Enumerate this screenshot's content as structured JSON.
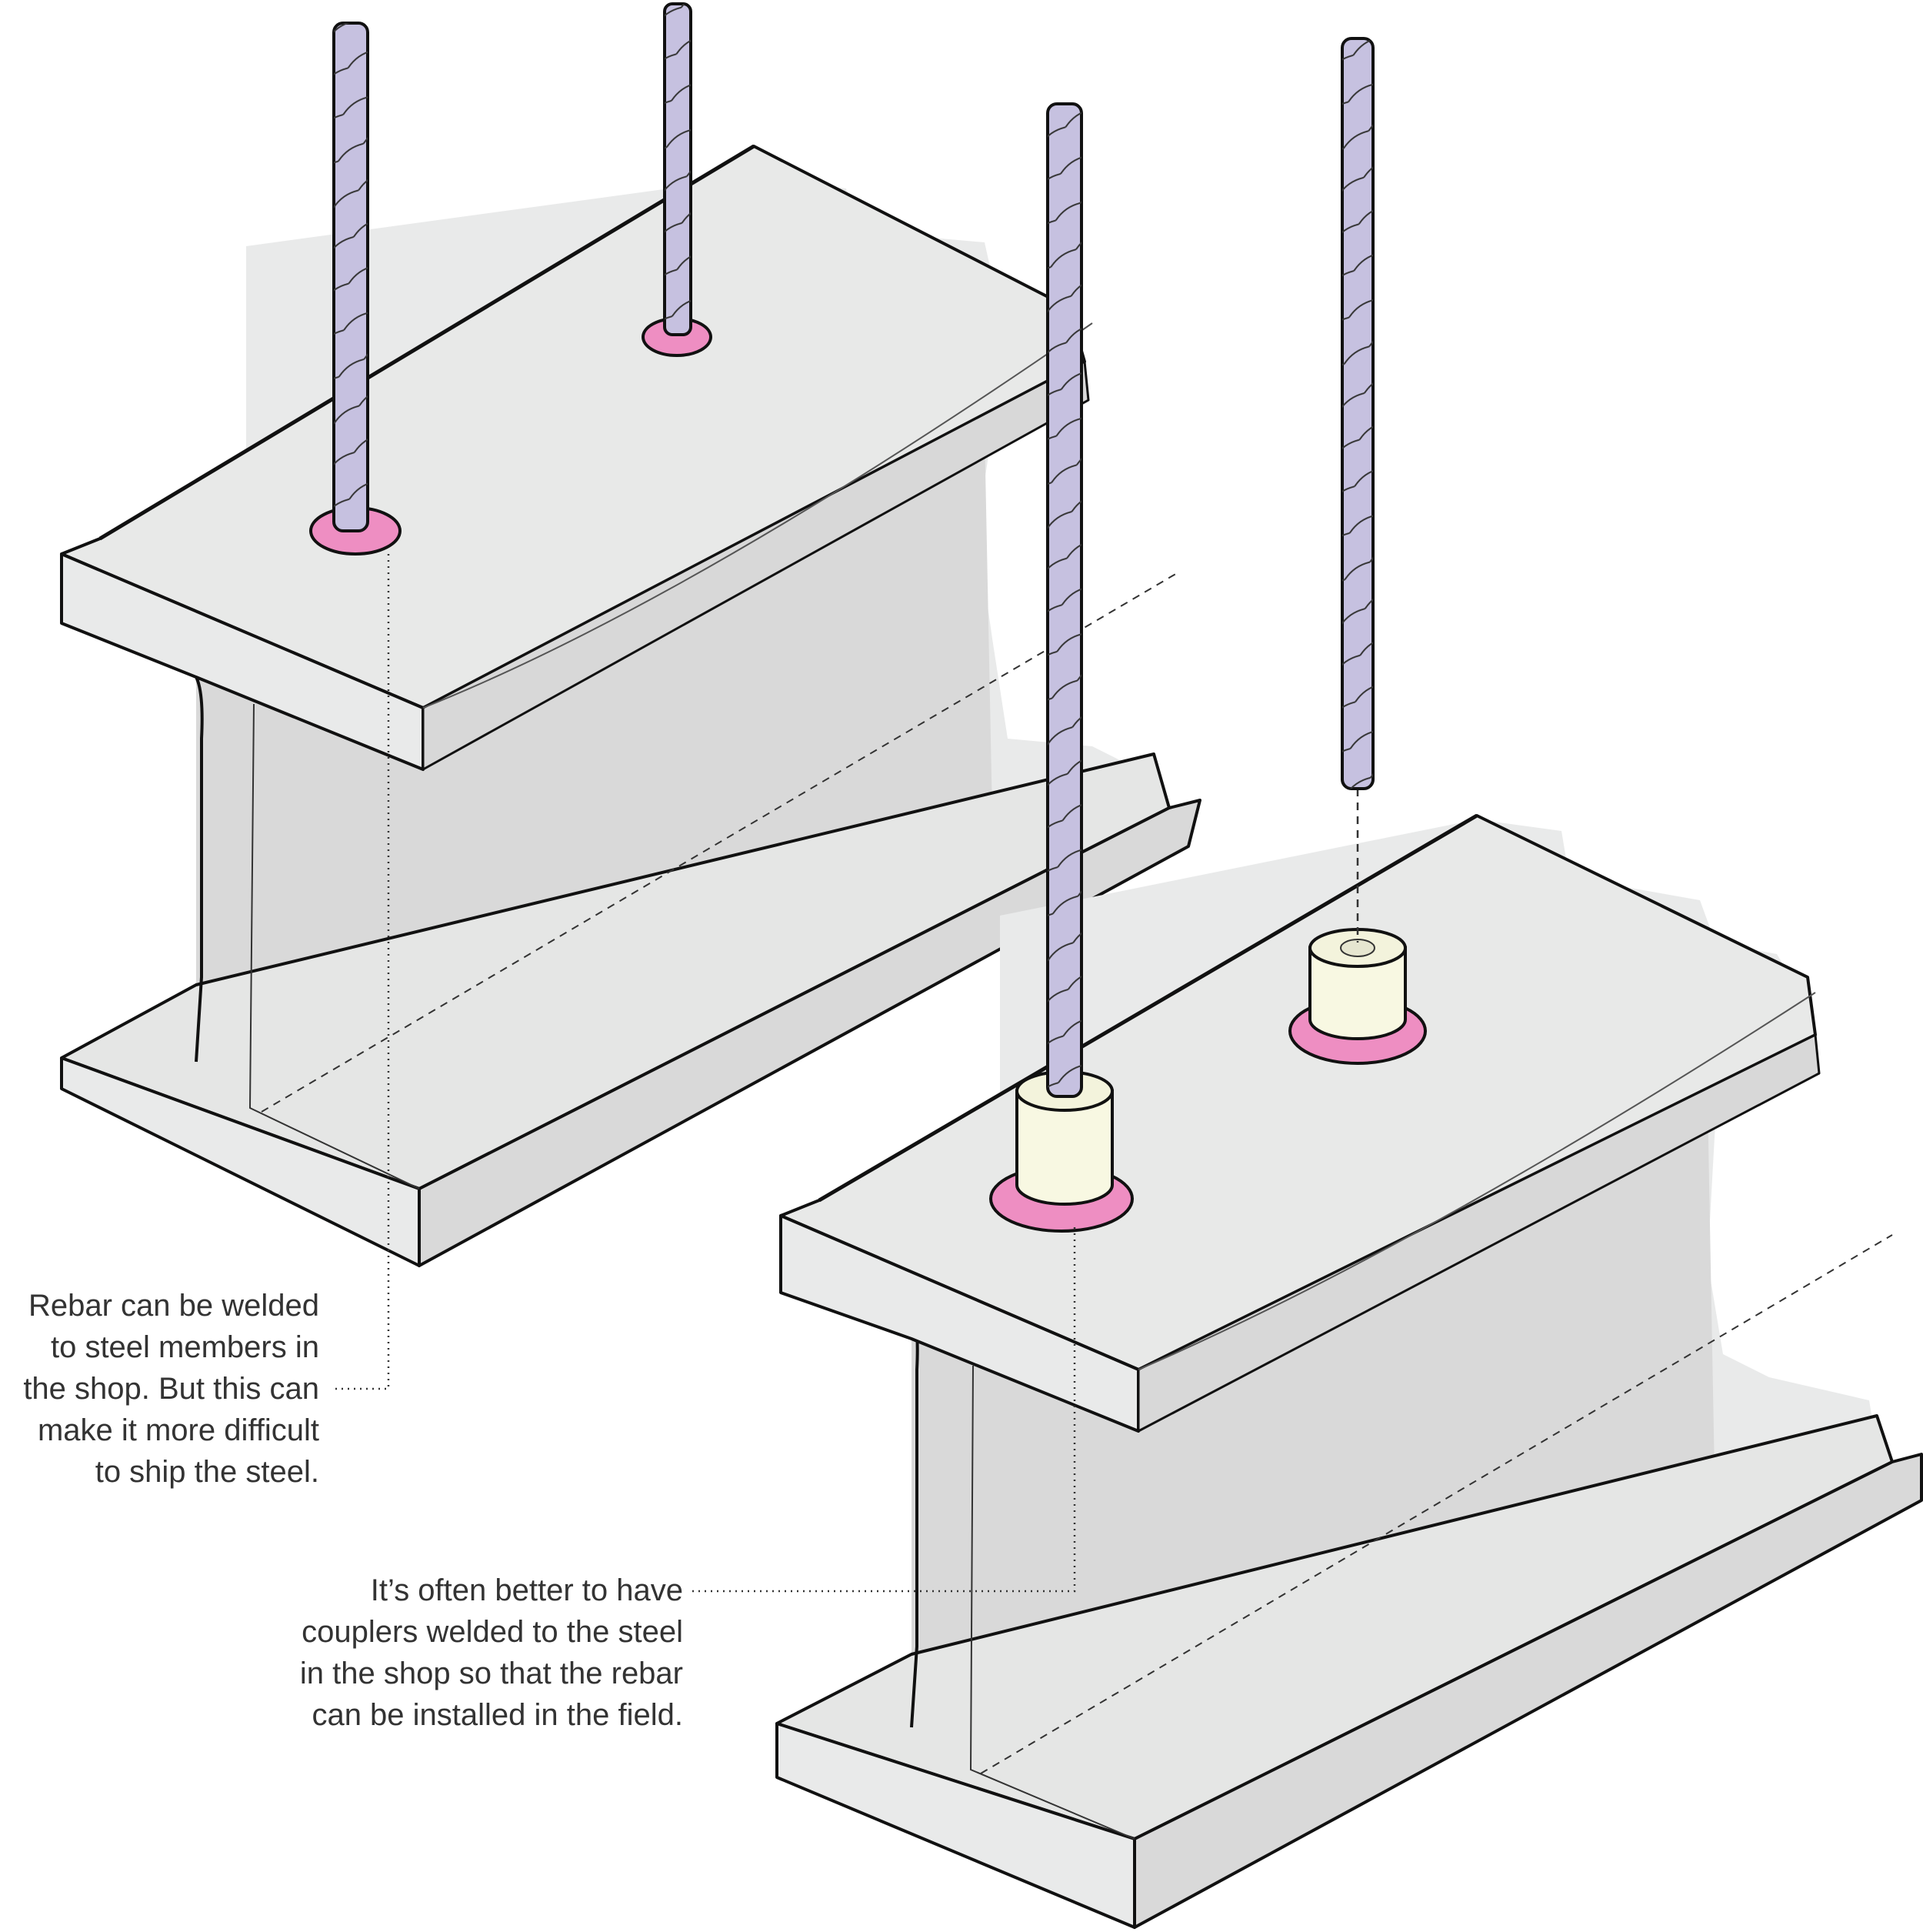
{
  "colors": {
    "steel_top": "#e8e9e8",
    "steel_side": "#dadada",
    "rebar": "#c6c1e0",
    "weld": "#ee8ec2",
    "coupler": "#f8f8e2",
    "outline": "#111111"
  },
  "callouts": {
    "welded_rebar": {
      "lines": [
        "Rebar can be welded",
        "to steel members in",
        "the shop. But this can",
        "make it more difficult",
        "to ship the steel."
      ]
    },
    "couplers": {
      "lines": [
        "It’s often better to have",
        "couplers welded to the steel",
        "in the shop so that the rebar",
        "can be installed in the field."
      ]
    }
  },
  "icons": {
    "rebar": "rebar-icon",
    "weld": "weld-icon",
    "coupler": "coupler-icon"
  }
}
